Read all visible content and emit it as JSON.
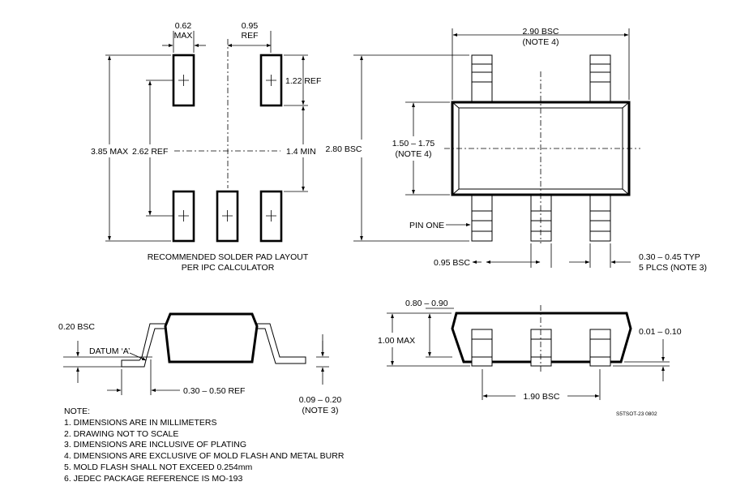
{
  "drawing": {
    "pad_layout": {
      "pad_width": "0.62",
      "pad_width_note": "MAX",
      "pad_gap": "0.95",
      "pad_gap_note": "REF",
      "pad_length": "1.22 REF",
      "overall_height": "3.85 MAX",
      "pad_center_distance": "2.62 REF",
      "inner_gap": "1.4 MIN",
      "caption_line1": "RECOMMENDED SOLDER PAD LAYOUT",
      "caption_line2": "PER IPC CALCULATOR"
    },
    "top_view": {
      "body_length": "2.90 BSC",
      "body_length_note": "(NOTE 4)",
      "body_width": "1.50 – 1.75",
      "body_width_note": "(NOTE 4)",
      "overall_width": "2.80 BSC",
      "pin_one": "PIN ONE",
      "pitch": "0.95 BSC",
      "lead_width": "0.30 – 0.45 TYP",
      "lead_width_note": "5 PLCS (NOTE 3)"
    },
    "side_view": {
      "standoff_bsc": "0.20 BSC",
      "datum": "DATUM ‘A’",
      "foot_length": "0.30 – 0.50 REF",
      "lead_thickness": "0.09 – 0.20",
      "lead_thickness_note": "(NOTE 3)"
    },
    "end_view": {
      "body_height": "0.80 – 0.90",
      "max_height": "1.00 MAX",
      "standoff": "0.01 – 0.10",
      "lead_span": "1.90 BSC",
      "drawing_id": "S5TSOT-23 0802"
    }
  },
  "notes": {
    "title": "NOTE:",
    "items": [
      "1. DIMENSIONS ARE IN MILLIMETERS",
      "2. DRAWING NOT TO SCALE",
      "3. DIMENSIONS ARE INCLUSIVE OF PLATING",
      "4. DIMENSIONS ARE EXCLUSIVE OF MOLD FLASH AND METAL BURR",
      "5. MOLD FLASH SHALL NOT EXCEED 0.254mm",
      "6. JEDEC PACKAGE REFERENCE IS MO-193"
    ]
  }
}
